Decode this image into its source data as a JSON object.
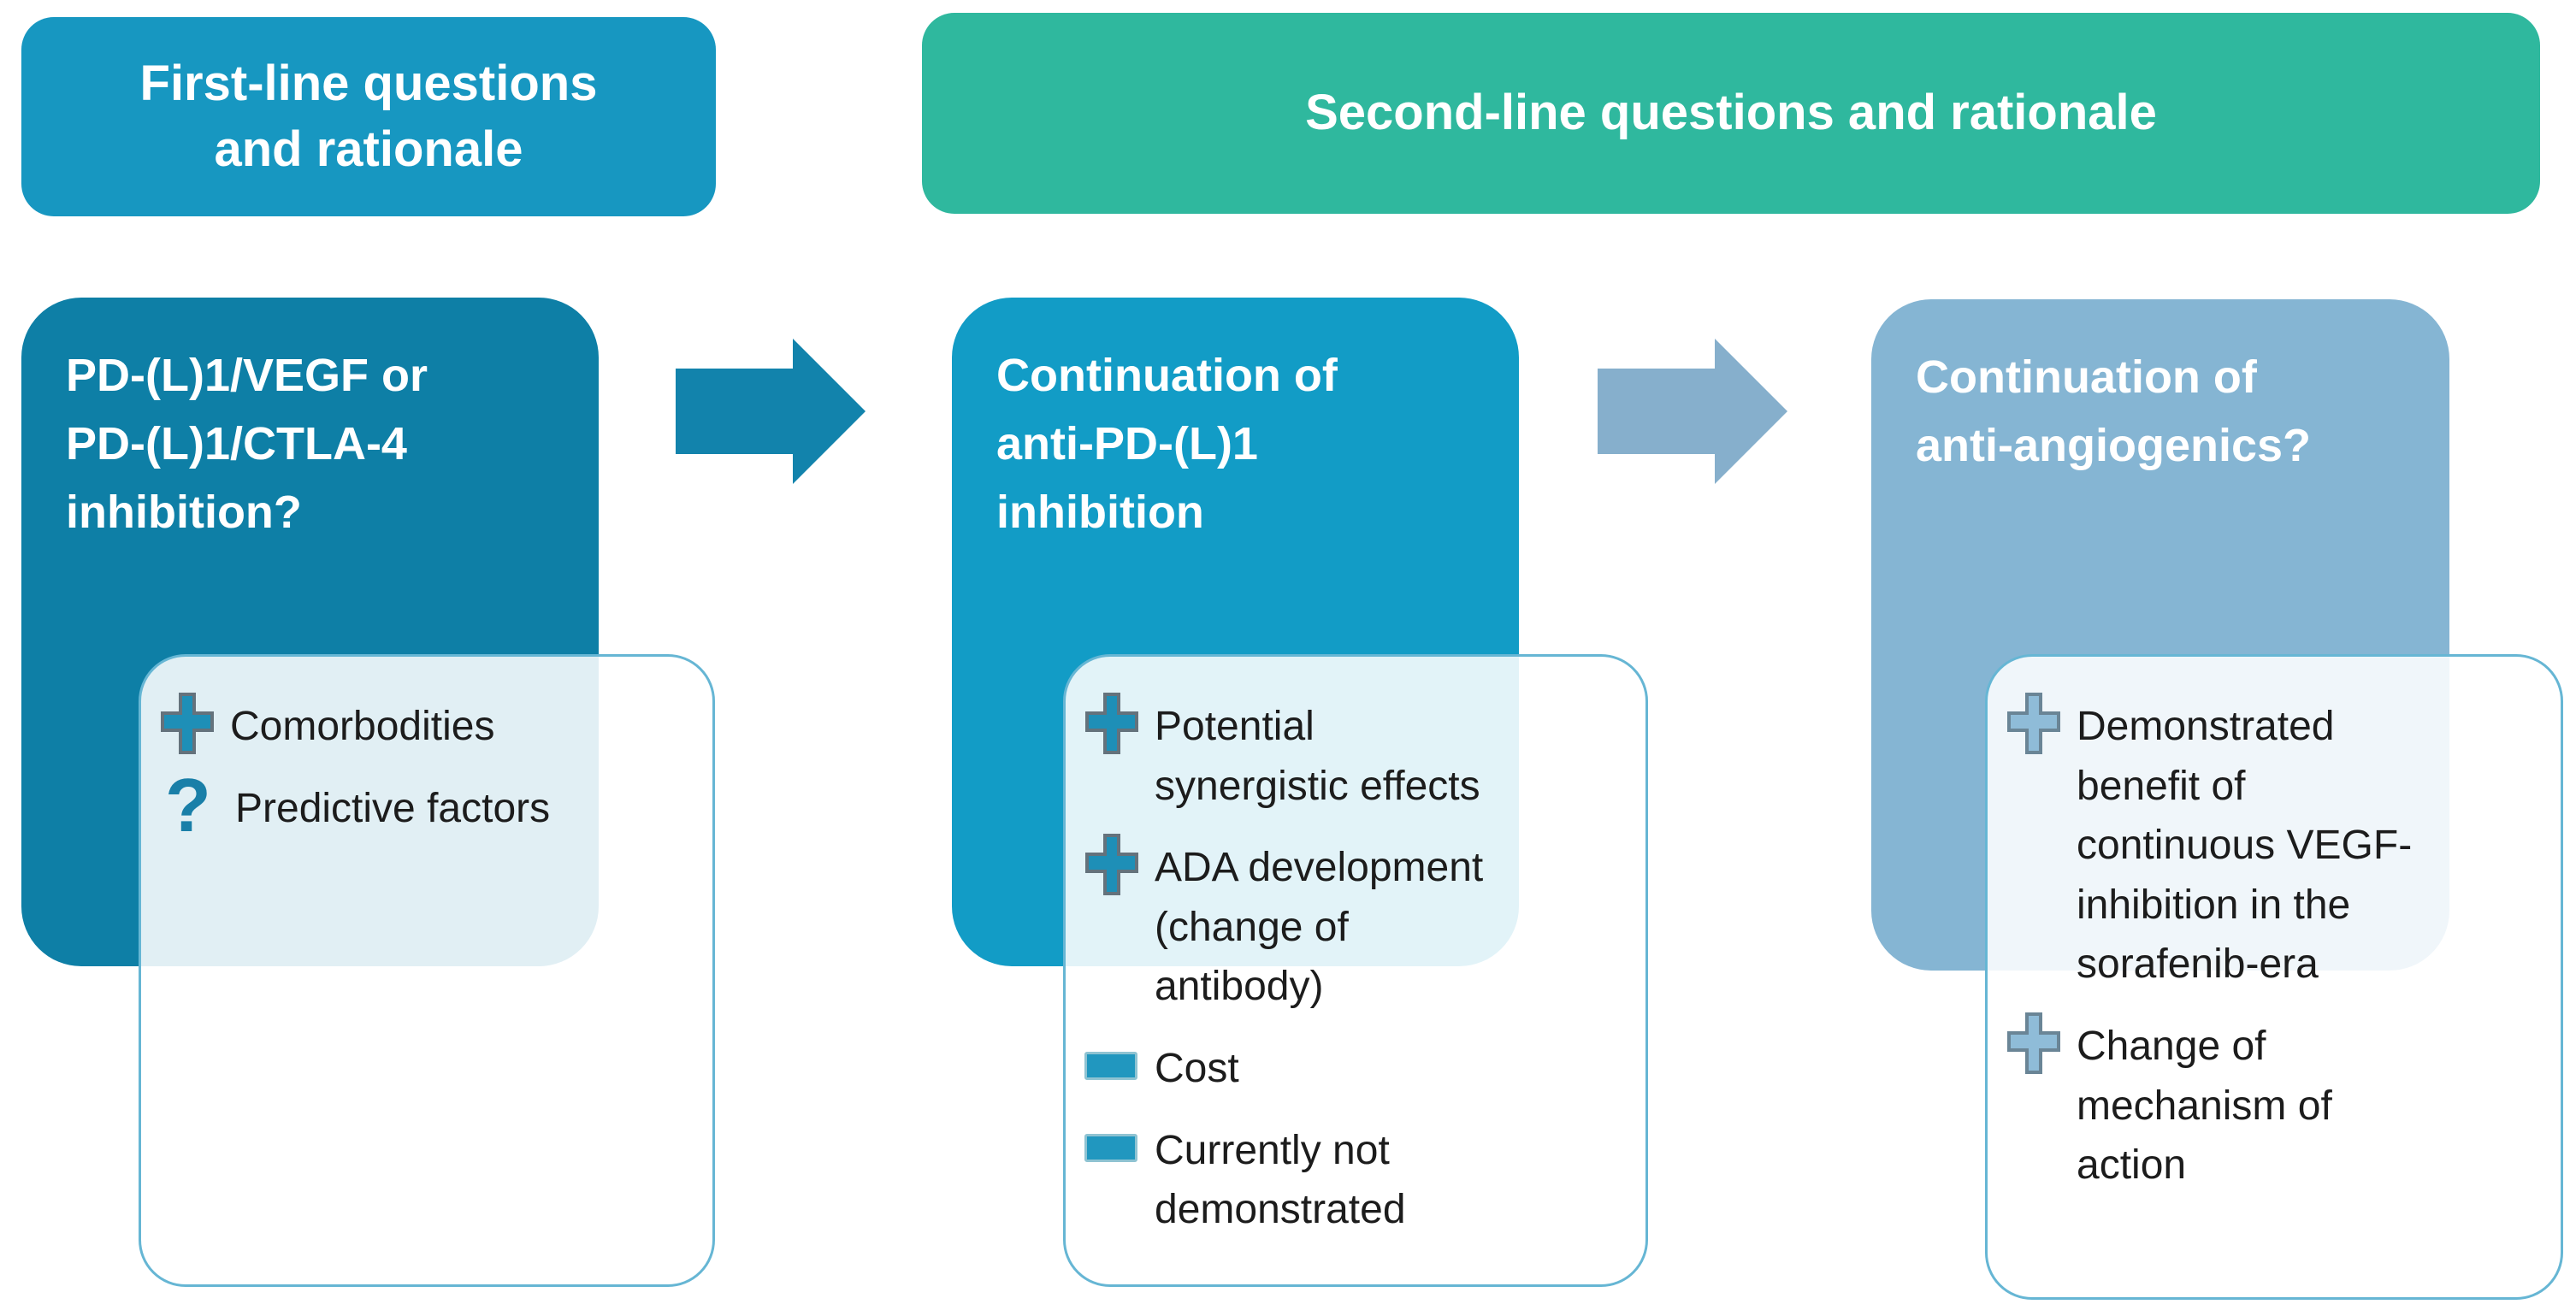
{
  "figure": {
    "background": "#ffffff",
    "colors": {
      "first_line_banner": "#1797C1",
      "second_line_banner": "#2FB89E",
      "question_box_1": "#0E7FA6",
      "question_box_2": "#129CC6",
      "question_box_3": "#85B5D3",
      "rationale_box_border": "#66B6D4",
      "rationale_box_overlap_tint": "#E2ECF3",
      "arrow_1": "#1283AC",
      "arrow_2": "#86AFCC",
      "plus_icon_fill": "#1E8FB7",
      "plus_icon_light_fill": "#8FBCD8",
      "minus_icon_fill": "#2197BF",
      "question_icon_color": "#197FA8",
      "item_text": "#1c1c1c",
      "title_text": "#ffffff"
    },
    "banners": {
      "first_line": "First-line questions\nand rationale",
      "second_line": "Second-line questions and rationale"
    },
    "columns": [
      {
        "title": "PD-(L)1/VEGF or\nPD-(L)1/CTLA-4\ninhibition?",
        "items": [
          {
            "icon": "plus",
            "text": "Comorbodities"
          },
          {
            "icon": "question",
            "text": "Predictive factors"
          }
        ]
      },
      {
        "title": "Continuation of\nanti-PD-(L)1\ninhibition",
        "items": [
          {
            "icon": "plus",
            "text": "Potential\nsynergistic effects"
          },
          {
            "icon": "plus",
            "text": "ADA development\n(change of\nantibody)"
          },
          {
            "icon": "minus",
            "text": "Cost"
          },
          {
            "icon": "minus",
            "text": "Currently not\ndemonstrated"
          }
        ]
      },
      {
        "title": "Continuation of\nanti-angiogenics?",
        "items": [
          {
            "icon": "plus",
            "text": "Demonstrated\nbenefit of\ncontinuous VEGF-\ninhibition in the\nsorafenib-era"
          },
          {
            "icon": "plus",
            "text": "Change of\nmechanism of\naction"
          }
        ]
      }
    ],
    "question_icon_glyph": "?"
  }
}
